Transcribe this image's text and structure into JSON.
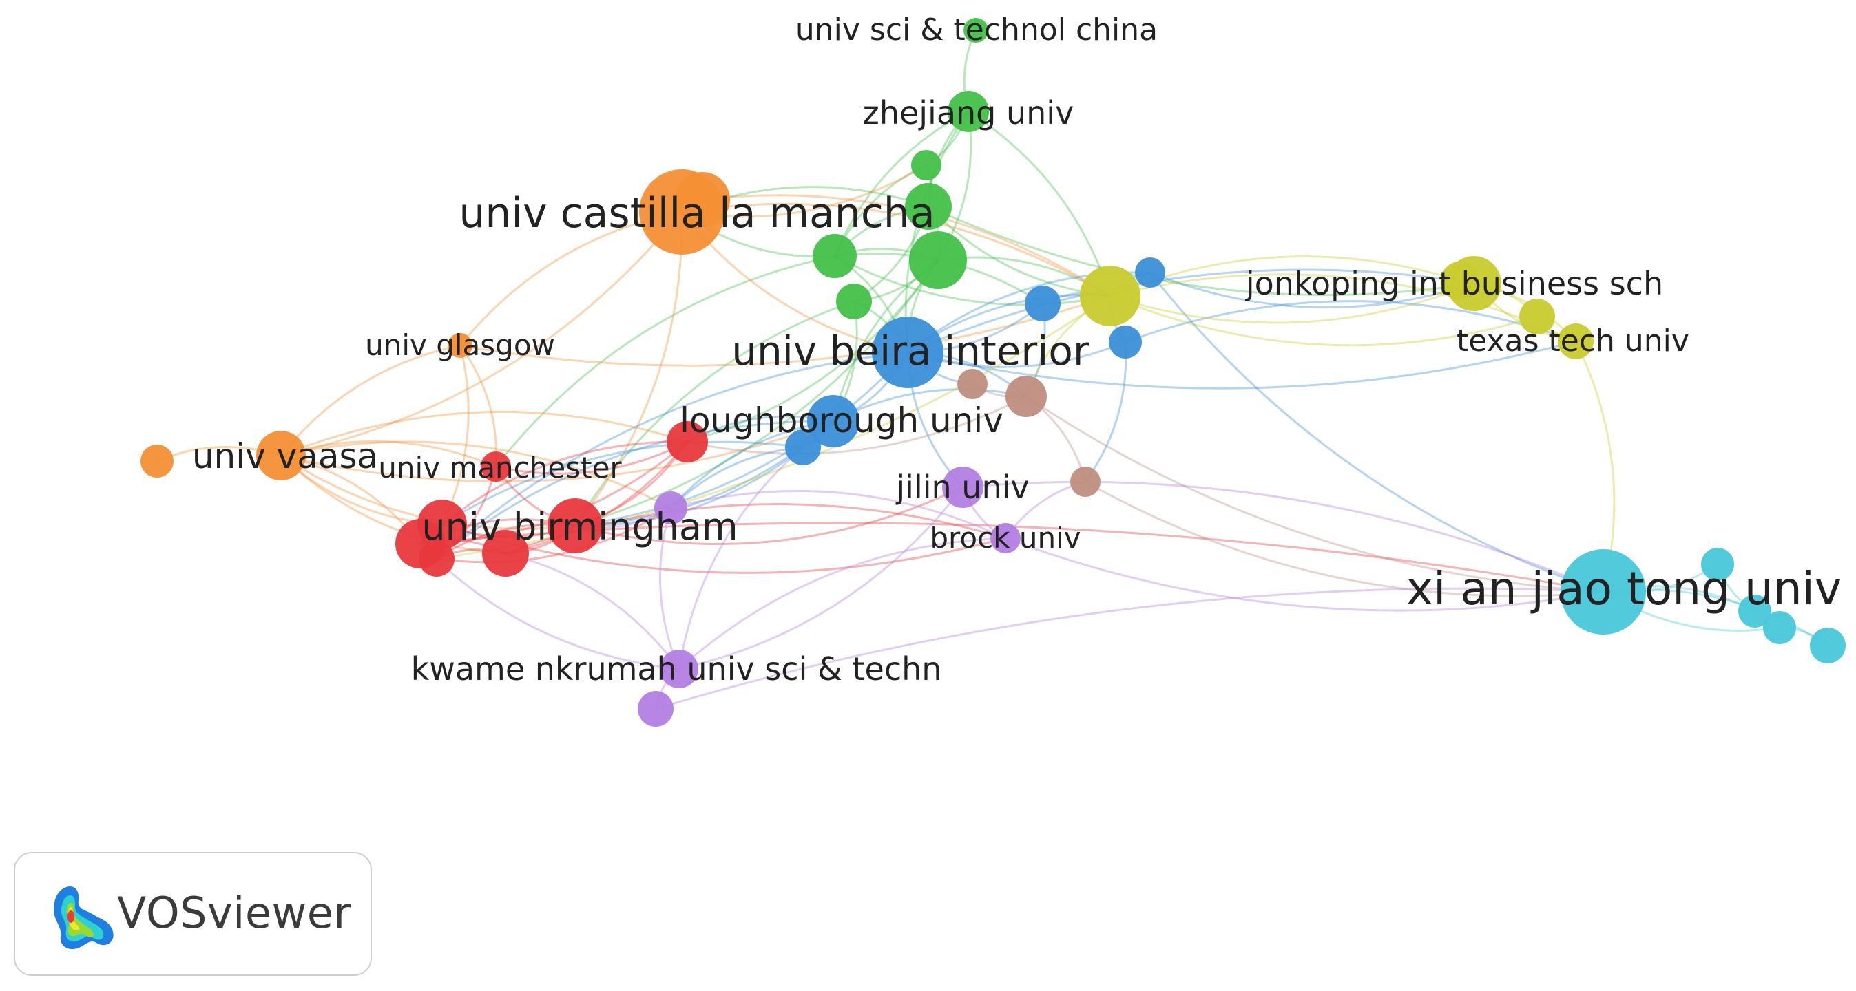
{
  "diagram": {
    "type": "co-authorship network (organizations)",
    "colors": {
      "red": "#e8383d",
      "green": "#43c049",
      "blue": "#3b8fd9",
      "yellow": "#c9cb2e",
      "purple": "#b37ee3",
      "cyan": "#48c8da",
      "orange": "#f48f35",
      "brown": "#bf8e80"
    },
    "nodes": [
      {
        "id": "ustc",
        "label": "univ sci & technol china",
        "cluster": "green"
      },
      {
        "id": "zju",
        "label": "zhejiang univ",
        "cluster": "green"
      },
      {
        "id": "g1",
        "label": "",
        "cluster": "green"
      },
      {
        "id": "g2",
        "label": "",
        "cluster": "green"
      },
      {
        "id": "g3",
        "label": "",
        "cluster": "green"
      },
      {
        "id": "g4",
        "label": "",
        "cluster": "green"
      },
      {
        "id": "g5",
        "label": "",
        "cluster": "green"
      },
      {
        "id": "uclm",
        "label": "univ castilla la mancha",
        "cluster": "orange"
      },
      {
        "id": "o2",
        "label": "",
        "cluster": "orange"
      },
      {
        "id": "glasgow",
        "label": "univ glasgow",
        "cluster": "orange"
      },
      {
        "id": "vaasa",
        "label": "univ vaasa",
        "cluster": "orange"
      },
      {
        "id": "o5",
        "label": "",
        "cluster": "orange"
      },
      {
        "id": "ubi",
        "label": "univ beira interior",
        "cluster": "blue"
      },
      {
        "id": "lboro",
        "label": "loughborough univ",
        "cluster": "blue"
      },
      {
        "id": "b3",
        "label": "",
        "cluster": "blue"
      },
      {
        "id": "b4",
        "label": "",
        "cluster": "blue"
      },
      {
        "id": "b5",
        "label": "",
        "cluster": "blue"
      },
      {
        "id": "b6",
        "label": "",
        "cluster": "blue"
      },
      {
        "id": "y1",
        "label": "",
        "cluster": "yellow"
      },
      {
        "id": "jibs",
        "label": "jonkoping int business sch",
        "cluster": "yellow"
      },
      {
        "id": "y3",
        "label": "",
        "cluster": "yellow"
      },
      {
        "id": "y4",
        "label": "",
        "cluster": "yellow"
      },
      {
        "id": "ttu",
        "label": "texas tech univ",
        "cluster": "yellow"
      },
      {
        "id": "manchester",
        "label": "univ manchester",
        "cluster": "red"
      },
      {
        "id": "bham",
        "label": "univ birmingham",
        "cluster": "red"
      },
      {
        "id": "r1",
        "label": "",
        "cluster": "red"
      },
      {
        "id": "r2",
        "label": "",
        "cluster": "red"
      },
      {
        "id": "r3",
        "label": "",
        "cluster": "red"
      },
      {
        "id": "r4",
        "label": "",
        "cluster": "red"
      },
      {
        "id": "r5",
        "label": "",
        "cluster": "red"
      },
      {
        "id": "jilin",
        "label": "jilin univ",
        "cluster": "purple"
      },
      {
        "id": "brock",
        "label": "brock univ",
        "cluster": "purple"
      },
      {
        "id": "knust",
        "label": "kwame nkrumah univ sci & techn",
        "cluster": "purple"
      },
      {
        "id": "p4",
        "label": "",
        "cluster": "purple"
      },
      {
        "id": "p5",
        "label": "",
        "cluster": "purple"
      },
      {
        "id": "xjtu",
        "label": "xi an jiao tong univ",
        "cluster": "cyan"
      },
      {
        "id": "c2",
        "label": "",
        "cluster": "cyan"
      },
      {
        "id": "c3",
        "label": "",
        "cluster": "cyan"
      },
      {
        "id": "c4",
        "label": "",
        "cluster": "cyan"
      },
      {
        "id": "c5",
        "label": "",
        "cluster": "cyan"
      },
      {
        "id": "br1",
        "label": "",
        "cluster": "brown"
      },
      {
        "id": "br2",
        "label": "",
        "cluster": "brown"
      },
      {
        "id": "br3",
        "label": "",
        "cluster": "brown"
      }
    ],
    "edges": [
      [
        "ustc",
        "zju"
      ],
      [
        "zju",
        "g1"
      ],
      [
        "zju",
        "g2"
      ],
      [
        "zju",
        "g3"
      ],
      [
        "zju",
        "g4"
      ],
      [
        "zju",
        "y1"
      ],
      [
        "zju",
        "ubi"
      ],
      [
        "g1",
        "g2"
      ],
      [
        "g1",
        "g4"
      ],
      [
        "g2",
        "g3"
      ],
      [
        "g2",
        "g4"
      ],
      [
        "g2",
        "g5"
      ],
      [
        "g3",
        "g4"
      ],
      [
        "g3",
        "g5"
      ],
      [
        "g3",
        "ubi"
      ],
      [
        "g4",
        "ubi"
      ],
      [
        "g4",
        "y1"
      ],
      [
        "g5",
        "ubi"
      ],
      [
        "g2",
        "y1"
      ],
      [
        "g3",
        "y1"
      ],
      [
        "g2",
        "uclm"
      ],
      [
        "g4",
        "uclm"
      ],
      [
        "g3",
        "lboro"
      ],
      [
        "g5",
        "lboro"
      ],
      [
        "g5",
        "bham"
      ],
      [
        "g3",
        "bham"
      ],
      [
        "g4",
        "manchester"
      ],
      [
        "g3",
        "r1"
      ],
      [
        "g2",
        "jibs"
      ],
      [
        "g4",
        "b3"
      ],
      [
        "uclm",
        "o2"
      ],
      [
        "uclm",
        "y1"
      ],
      [
        "uclm",
        "glasgow"
      ],
      [
        "uclm",
        "vaasa"
      ],
      [
        "uclm",
        "ubi"
      ],
      [
        "uclm",
        "bham"
      ],
      [
        "uclm",
        "g1"
      ],
      [
        "o2",
        "y1"
      ],
      [
        "glasgow",
        "vaasa"
      ],
      [
        "glasgow",
        "manchester"
      ],
      [
        "glasgow",
        "y1"
      ],
      [
        "glasgow",
        "r2"
      ],
      [
        "vaasa",
        "o5"
      ],
      [
        "vaasa",
        "r1"
      ],
      [
        "vaasa",
        "r2"
      ],
      [
        "vaasa",
        "r3"
      ],
      [
        "vaasa",
        "bham"
      ],
      [
        "vaasa",
        "manchester"
      ],
      [
        "vaasa",
        "r4"
      ],
      [
        "vaasa",
        "p4"
      ],
      [
        "vaasa",
        "lboro"
      ],
      [
        "ubi",
        "lboro"
      ],
      [
        "ubi",
        "b3"
      ],
      [
        "ubi",
        "b4"
      ],
      [
        "ubi",
        "b5"
      ],
      [
        "ubi",
        "y1"
      ],
      [
        "ubi",
        "br1"
      ],
      [
        "ubi",
        "br2"
      ],
      [
        "ubi",
        "jilin"
      ],
      [
        "ubi",
        "bham"
      ],
      [
        "ubi",
        "r5"
      ],
      [
        "ubi",
        "jibs"
      ],
      [
        "ubi",
        "ttu"
      ],
      [
        "lboro",
        "b6"
      ],
      [
        "lboro",
        "r5"
      ],
      [
        "lboro",
        "bham"
      ],
      [
        "lboro",
        "p4"
      ],
      [
        "lboro",
        "br2"
      ],
      [
        "lboro",
        "r1"
      ],
      [
        "b3",
        "y1"
      ],
      [
        "b4",
        "y1"
      ],
      [
        "b5",
        "y1"
      ],
      [
        "b4",
        "jibs"
      ],
      [
        "b5",
        "ttu"
      ],
      [
        "b4",
        "xjtu"
      ],
      [
        "b5",
        "br3"
      ],
      [
        "b6",
        "r2"
      ],
      [
        "b6",
        "bham"
      ],
      [
        "b6",
        "p4"
      ],
      [
        "b3",
        "br2"
      ],
      [
        "y1",
        "jibs"
      ],
      [
        "y1",
        "y3"
      ],
      [
        "y1",
        "y4"
      ],
      [
        "y1",
        "ttu"
      ],
      [
        "jibs",
        "y3"
      ],
      [
        "jibs",
        "y4"
      ],
      [
        "jibs",
        "ttu"
      ],
      [
        "y3",
        "ttu"
      ],
      [
        "y4",
        "ttu"
      ],
      [
        "ttu",
        "xjtu"
      ],
      [
        "y1",
        "br2"
      ],
      [
        "y1",
        "r5"
      ],
      [
        "bham",
        "r1"
      ],
      [
        "bham",
        "r2"
      ],
      [
        "bham",
        "r3"
      ],
      [
        "bham",
        "r4"
      ],
      [
        "bham",
        "r5"
      ],
      [
        "bham",
        "manchester"
      ],
      [
        "manchester",
        "r1"
      ],
      [
        "manchester",
        "r5"
      ],
      [
        "r1",
        "r2"
      ],
      [
        "r1",
        "r3"
      ],
      [
        "r2",
        "r3"
      ],
      [
        "r3",
        "r4"
      ],
      [
        "r4",
        "r5"
      ],
      [
        "r1",
        "r4"
      ],
      [
        "r5",
        "p4"
      ],
      [
        "r4",
        "brock"
      ],
      [
        "r2",
        "brock"
      ],
      [
        "r3",
        "xjtu"
      ],
      [
        "bham",
        "jilin"
      ],
      [
        "p4",
        "bham"
      ],
      [
        "p4",
        "knust"
      ],
      [
        "p4",
        "brock"
      ],
      [
        "knust",
        "p5"
      ],
      [
        "knust",
        "r3"
      ],
      [
        "knust",
        "r4"
      ],
      [
        "knust",
        "brock"
      ],
      [
        "knust",
        "jilin"
      ],
      [
        "knust",
        "b6"
      ],
      [
        "jilin",
        "brock"
      ],
      [
        "jilin",
        "xjtu"
      ],
      [
        "brock",
        "xjtu"
      ],
      [
        "brock",
        "br3"
      ],
      [
        "br3",
        "xjtu"
      ],
      [
        "br2",
        "br3"
      ],
      [
        "br1",
        "br2"
      ],
      [
        "br2",
        "r1"
      ],
      [
        "br2",
        "xjtu"
      ],
      [
        "p5",
        "xjtu"
      ],
      [
        "xjtu",
        "c2"
      ],
      [
        "xjtu",
        "c3"
      ],
      [
        "xjtu",
        "c4"
      ],
      [
        "xjtu",
        "c5"
      ],
      [
        "c3",
        "c4"
      ],
      [
        "c4",
        "c5"
      ],
      [
        "c2",
        "c3"
      ]
    ]
  },
  "logo": {
    "text": "VOSviewer"
  }
}
